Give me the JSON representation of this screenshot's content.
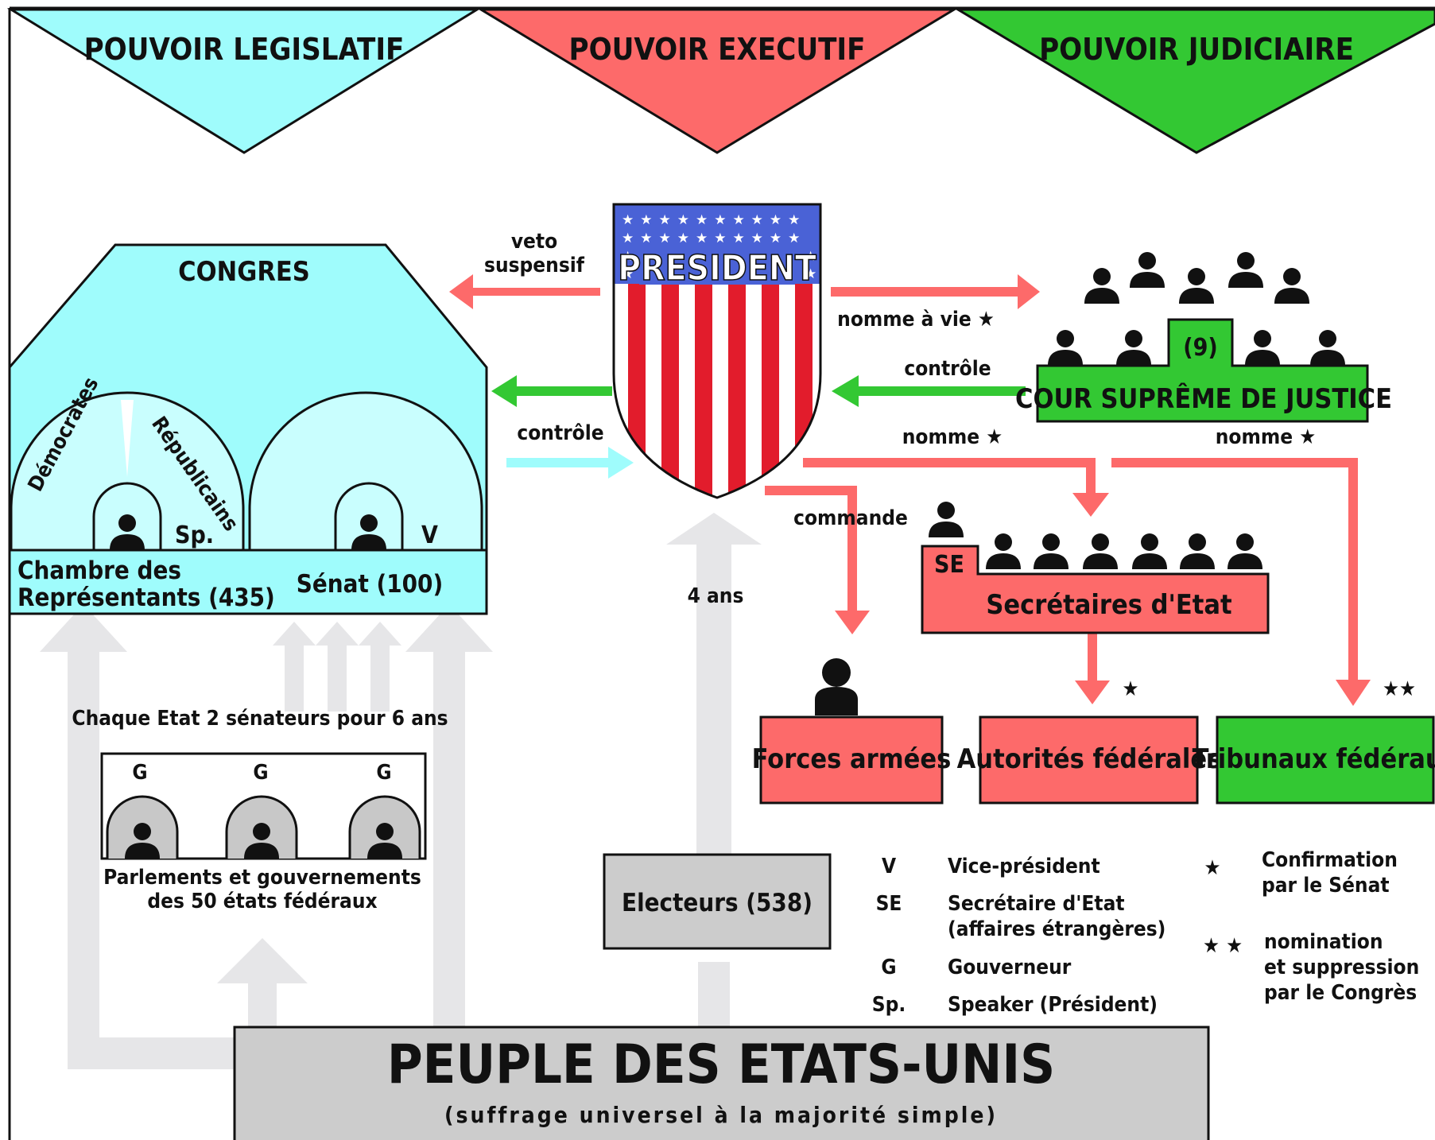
{
  "header": {
    "legislative": "POUVOIR LEGISLATIF",
    "executive": "POUVOIR EXECUTIF",
    "judicial": "POUVOIR JUDICIAIRE"
  },
  "congress": {
    "title": "CONGRES",
    "house_left_label": "Démocrates",
    "house_right_label": "Républicains",
    "speaker_abbr": "Sp.",
    "vp_abbr": "V",
    "house_name_line1": "Chambre des",
    "house_name_line2": "Représentants (435)",
    "senate_name": "Sénat (100)"
  },
  "president": {
    "title": "PRESIDENT",
    "term": "4 ans"
  },
  "arrows": {
    "veto_line1": "veto",
    "veto_line2": "suspensif",
    "control_congress": "contrôle",
    "names_for_life": "nomme à vie ★",
    "control_court": "contrôle",
    "names_secretaries": "nomme ★",
    "names_tribunals": "nomme ★",
    "commands": "commande",
    "authorities_star": "★",
    "tribunals_stars": "★★"
  },
  "supreme_court": {
    "count": "(9)",
    "name": "COUR SUPRÊME DE JUSTICE"
  },
  "secretaries": {
    "abbr": "SE",
    "name": "Secrétaires d'Etat"
  },
  "bottom_boxes": {
    "forces": "Forces armées",
    "authorities": "Autorités fédérales",
    "tribunals": "Tribunaux fédéraux"
  },
  "states": {
    "senators_note": "Chaque Etat 2 sénateurs pour 6 ans",
    "governor_abbr": "G",
    "label_line1": "Parlements et gouvernements",
    "label_line2": "des 50 états fédéraux"
  },
  "electors": "Electeurs (538)",
  "legend": {
    "items": [
      {
        "abbr": "V",
        "line1": "Vice-président",
        "line2": ""
      },
      {
        "abbr": "SE",
        "line1": "Secrétaire d'Etat",
        "line2": "(affaires étrangères)"
      },
      {
        "abbr": "G",
        "line1": "Gouverneur",
        "line2": ""
      },
      {
        "abbr": "Sp.",
        "line1": "Speaker (Président)",
        "line2": ""
      }
    ],
    "star_one_symbol": "★",
    "star_one_line1": "Confirmation",
    "star_one_line2": "par le Sénat",
    "star_two_symbol": "★ ★",
    "star_two_line1": "nomination",
    "star_two_line2": "et suppression",
    "star_two_line3": "par le Congrès"
  },
  "people": {
    "title": "PEUPLE DES ETATS-UNIS",
    "subtitle": "(suffrage universel à la majorité simple)"
  },
  "colors": {
    "legislative": "#9ffcfc",
    "executive": "#fd6a6a",
    "judicial": "#33c833",
    "arrow_gray": "#e6e6e8",
    "box_gray": "#cccccc",
    "shield_blue": "#4a62d6"
  }
}
